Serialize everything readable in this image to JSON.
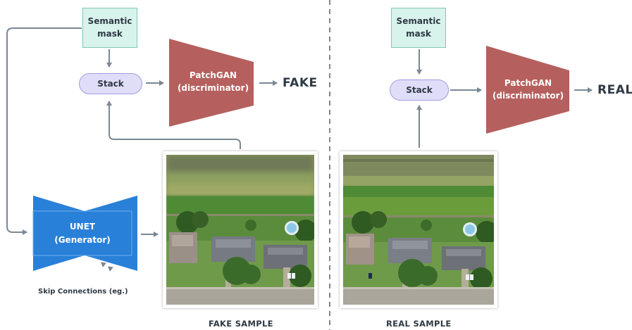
{
  "left_panel": {
    "semantic_mask": "Semantic\nmask",
    "stack": "Stack",
    "discriminator": "PatchGAN\n(discriminator)",
    "output": "FAKE",
    "generator": "UNET\n(Generator)",
    "skip_connections": "Skip Connections (eg.)",
    "sample_caption": "FAKE SAMPLE"
  },
  "right_panel": {
    "semantic_mask": "Semantic\nmask",
    "stack": "Stack",
    "discriminator": "PatchGAN\n(discriminator)",
    "output": "REAL",
    "sample_caption": "REAL SAMPLE"
  },
  "colors": {
    "mask_fill": "#d8f3ec",
    "stack_fill": "#e0ddf9",
    "discriminator": "#b5605e",
    "generator": "#2980d8",
    "arrow": "#7a8794"
  }
}
